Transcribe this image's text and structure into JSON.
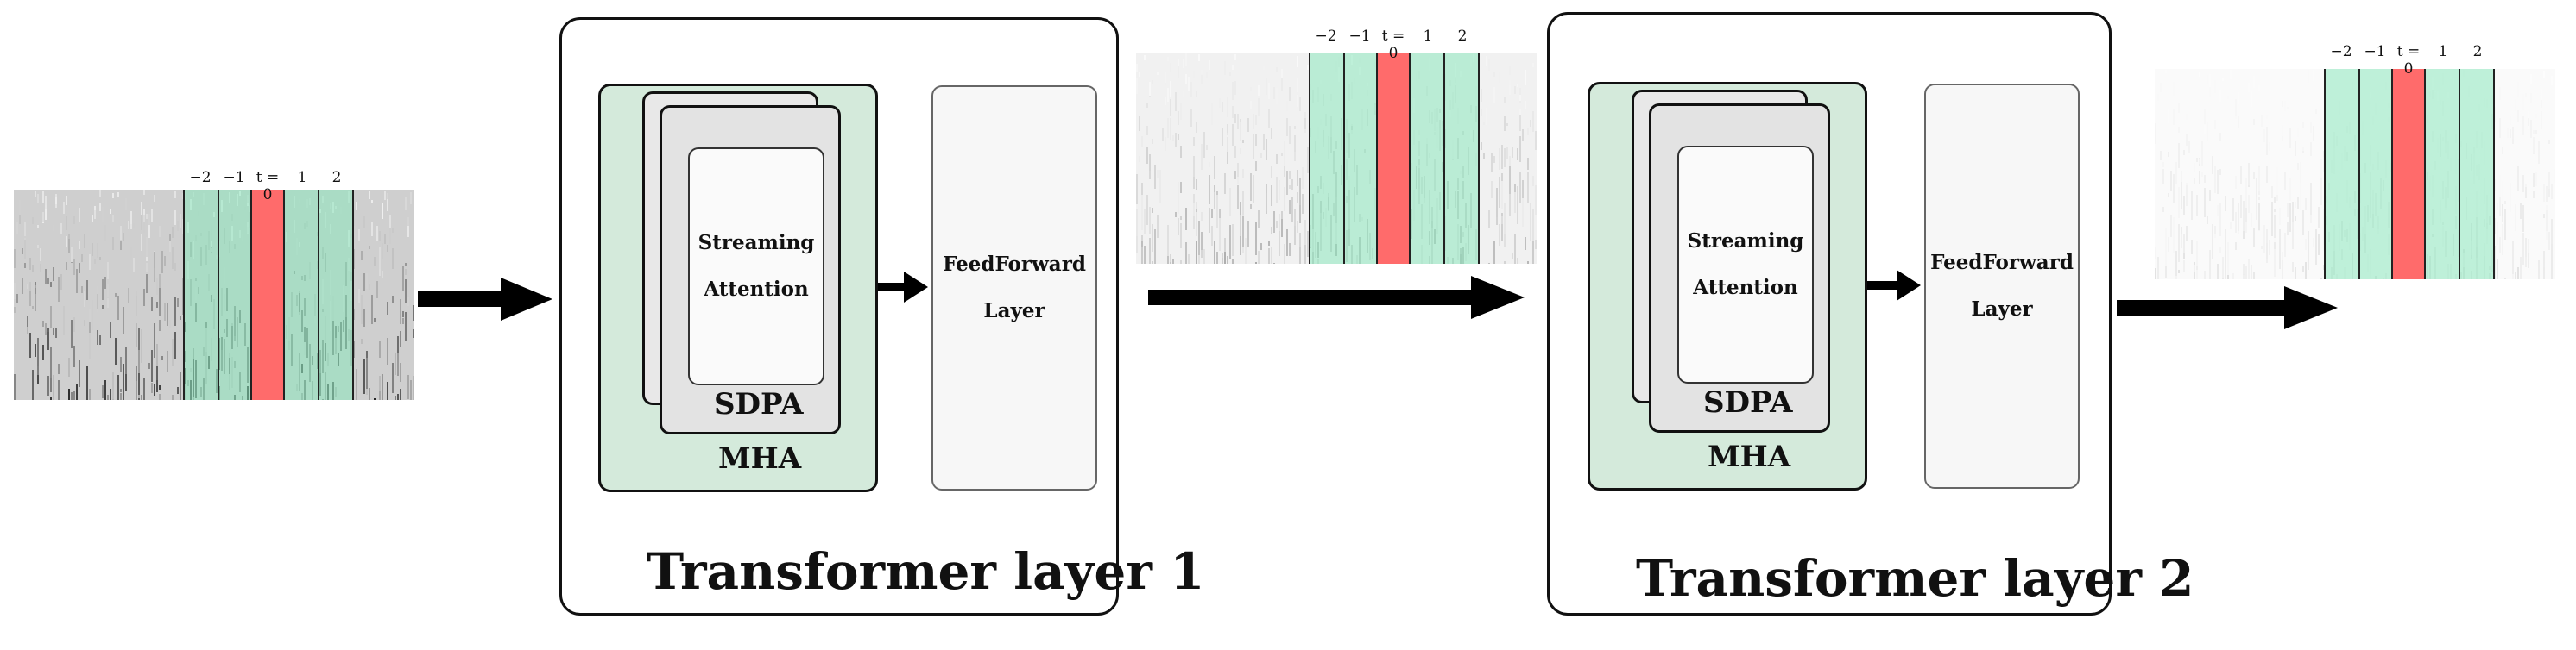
{
  "spectrograms": [
    {
      "ticks": [
        "−2",
        "−1",
        "t = 0",
        "1",
        "2"
      ],
      "frames": [
        "context",
        "context",
        "current",
        "context",
        "context"
      ]
    },
    {
      "ticks": [
        "−2",
        "−1",
        "t = 0",
        "1",
        "2"
      ],
      "frames": [
        "context",
        "context",
        "current",
        "context",
        "context"
      ]
    },
    {
      "ticks": [
        "−2",
        "−1",
        "t = 0",
        "1",
        "2"
      ],
      "frames": [
        "context",
        "context",
        "current",
        "context",
        "context"
      ]
    }
  ],
  "layers": [
    {
      "title": "Transformer layer 1",
      "mha": "MHA",
      "sdpa": "SDPA",
      "attention": [
        "Streaming",
        "Attention"
      ],
      "feedforward": [
        "FeedForward",
        "Layer"
      ]
    },
    {
      "title": "Transformer layer 2",
      "mha": "MHA",
      "sdpa": "SDPA",
      "attention": [
        "Streaming",
        "Attention"
      ],
      "feedforward": [
        "FeedForward",
        "Layer"
      ]
    }
  ],
  "colors": {
    "context": "#8ce8be",
    "current": "#ff6b6b",
    "mha": "#d4eadb",
    "outline": "#111111"
  }
}
